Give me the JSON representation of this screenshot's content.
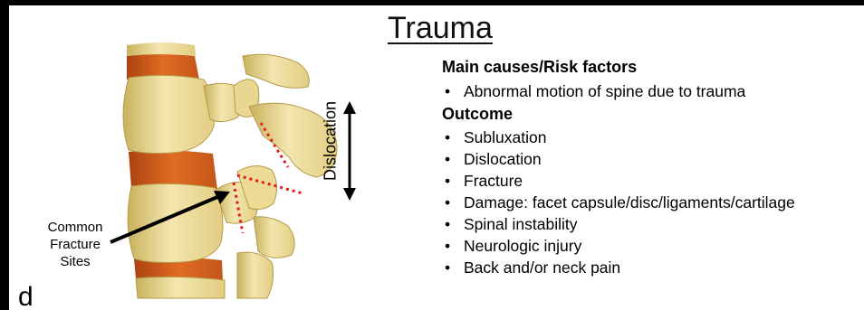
{
  "title": "Trauma",
  "main_causes": {
    "heading": "Main causes/Risk factors",
    "items": [
      "Abnormal motion of spine due to trauma"
    ]
  },
  "outcome": {
    "heading": "Outcome",
    "items": [
      "Subluxation",
      "Dislocation",
      "Fracture",
      "Damage: facet capsule/disc/ligaments/cartilage",
      "Spinal instability",
      "Neurologic injury",
      "Back and/or neck pain"
    ]
  },
  "diagram": {
    "dislocation_label": "Dislocation",
    "fracture_label": [
      "Common",
      "Fracture",
      "Sites"
    ],
    "panel_letter": "d"
  },
  "colors": {
    "bone": "#f0e0a0",
    "bone_shadow": "#c9b25e",
    "disc": "#d4621a",
    "fracture_line": "#e41b1b"
  }
}
